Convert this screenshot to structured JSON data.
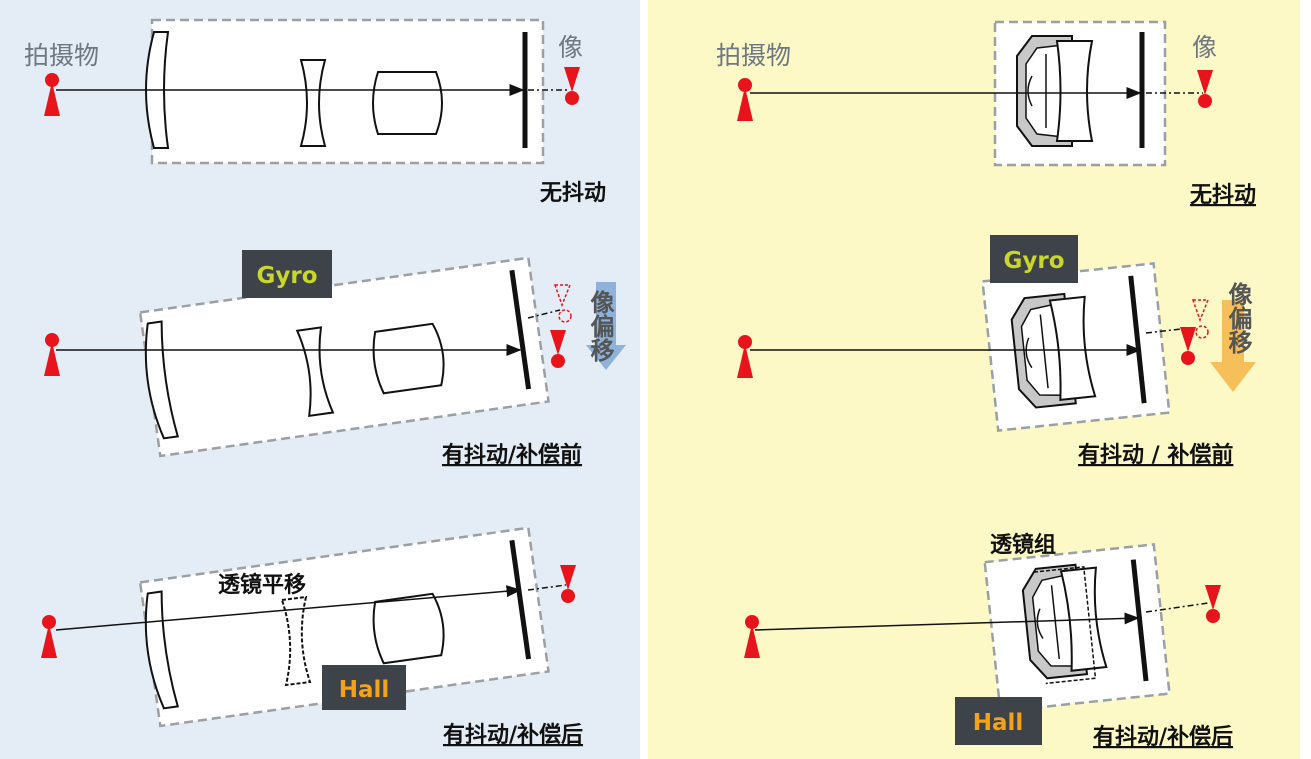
{
  "left_panel": {
    "background": "#e4edf6",
    "object_label": "拍摄物",
    "image_label": "像",
    "row1_caption": "无抖动",
    "gyro_label": "Gyro",
    "shift_label": "像偏移",
    "row2_caption": "有抖动/补偿前",
    "lens_shift_label": "透镜平移",
    "hall_label": "Hall",
    "row3_caption": "有抖动/补偿后",
    "shift_arrow_color": "#7fa7d3"
  },
  "right_panel": {
    "background": "#fdf9c6",
    "object_label": "拍摄物",
    "image_label": "像",
    "row1_caption": "无抖动",
    "gyro_label": "Gyro",
    "shift_label": "像偏移",
    "row2_caption": "有抖动 / 补偿前",
    "lens_group_label": "透镜组",
    "hall_label": "Hall",
    "row3_caption": "有抖动/补偿后",
    "shift_arrow_color": "#f5b545"
  },
  "colors": {
    "marker": "#e8141c",
    "gyro_text": "#c9d62b",
    "hall_text": "#f2a31b",
    "chip_bg": "#3d4348"
  }
}
